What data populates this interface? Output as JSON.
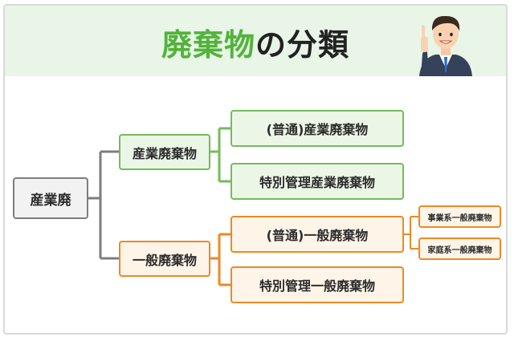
{
  "title": {
    "highlight": "廃棄物",
    "rest": "の分類"
  },
  "illustration": {
    "icon": "pointing-businessman-illustration"
  },
  "colors": {
    "gray": "#7d7d7d",
    "green": "#74bb5b",
    "orange": "#ec8a24",
    "title_green": "#52b33b",
    "header_bg": "#e8f5e7"
  },
  "nodes": {
    "root": "産業廃",
    "industrial": "産業廃棄物",
    "general": "一般廃棄物",
    "industrial_normal": "(普通)産業廃棄物",
    "industrial_special": "特別管理産業廃棄物",
    "general_normal": "(普通)一般廃棄物",
    "general_special": "特別管理一般廃棄物",
    "business_general": "事業系一般廃棄物",
    "household_general": "家庭系一般廃棄物"
  }
}
